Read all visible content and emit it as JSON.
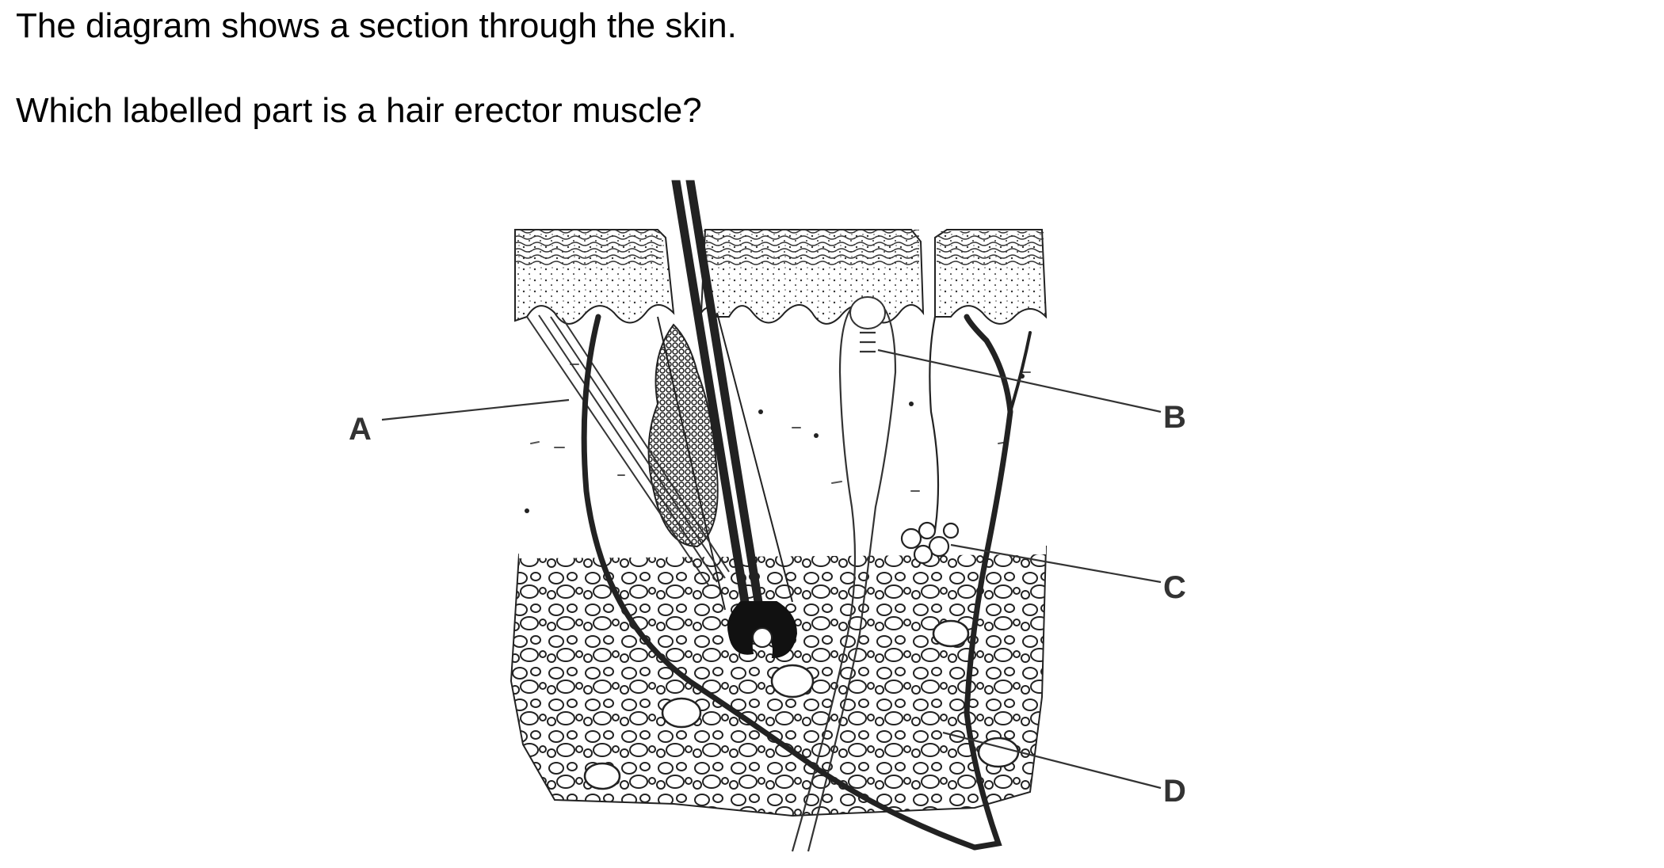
{
  "question": {
    "intro": "The diagram shows a section through the skin.",
    "prompt": "Which labelled part is a hair erector muscle?"
  },
  "diagram": {
    "labels": [
      "A",
      "B",
      "C",
      "D"
    ]
  }
}
